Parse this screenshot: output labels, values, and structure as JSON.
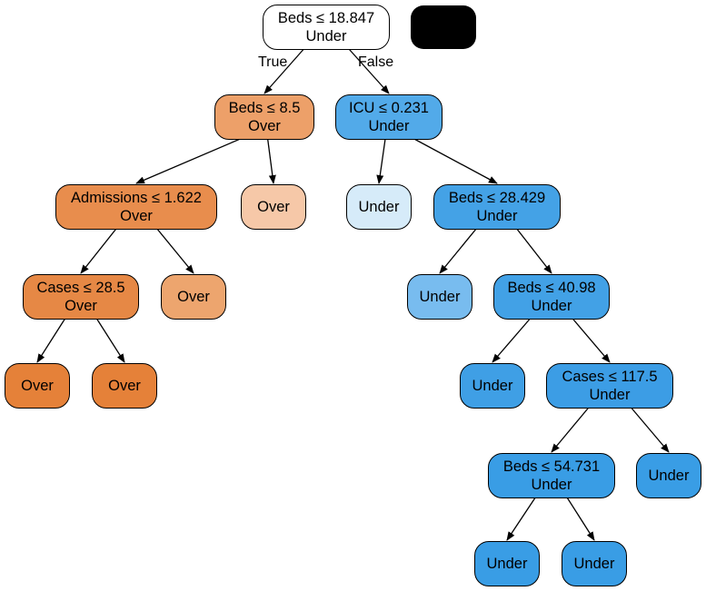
{
  "colors": {
    "white": "#ffffff",
    "orange_1": "#eda069",
    "orange_2": "#e88d4d",
    "orange_3": "#e68845",
    "orange_4": "#e58139",
    "orange_pale": "#f6c8a8",
    "orange_light": "#eda56e",
    "blue_1": "#52aae9",
    "blue_2": "#44a2e6",
    "blue_3": "#42a1e6",
    "blue_4": "#3f9fe5",
    "blue_5": "#3c9de5",
    "blue_6": "#399de5",
    "blue_pale": "#d6ebf9",
    "blue_light": "#78bcef",
    "black": "#000000"
  },
  "edge_labels": {
    "true_label": "True",
    "false_label": "False"
  },
  "tree": {
    "n0": {
      "line1": "Beds ≤ 18.847",
      "line2": "Under",
      "fill": "white"
    },
    "n1": {
      "line1": "Beds ≤ 8.5",
      "line2": "Over",
      "fill": "orange_1"
    },
    "n2": {
      "line1": "ICU ≤ 0.231",
      "line2": "Under",
      "fill": "blue_1"
    },
    "n3": {
      "line1": "Admissions ≤ 1.622",
      "line2": "Over",
      "fill": "orange_2"
    },
    "n4": {
      "line1": "Over",
      "line2": "",
      "fill": "orange_pale"
    },
    "n5": {
      "line1": "Under",
      "line2": "",
      "fill": "blue_pale"
    },
    "n6": {
      "line1": "Beds ≤ 28.429",
      "line2": "Under",
      "fill": "blue_2"
    },
    "n7": {
      "line1": "Cases ≤ 28.5",
      "line2": "Over",
      "fill": "orange_3"
    },
    "n8": {
      "line1": "Over",
      "line2": "",
      "fill": "orange_light"
    },
    "n9": {
      "line1": "Under",
      "line2": "",
      "fill": "blue_light"
    },
    "n10": {
      "line1": "Beds ≤ 40.98",
      "line2": "Under",
      "fill": "blue_3"
    },
    "n11": {
      "line1": "Over",
      "line2": "",
      "fill": "orange_4"
    },
    "n12": {
      "line1": "Over",
      "line2": "",
      "fill": "orange_4"
    },
    "n13": {
      "line1": "Under",
      "line2": "",
      "fill": "blue_4"
    },
    "n14": {
      "line1": "Cases ≤ 117.5",
      "line2": "Under",
      "fill": "blue_5"
    },
    "n15": {
      "line1": "Beds ≤ 54.731",
      "line2": "Under",
      "fill": "blue_6"
    },
    "n16": {
      "line1": "Under",
      "line2": "",
      "fill": "blue_6"
    },
    "n17": {
      "line1": "Under",
      "line2": "",
      "fill": "blue_6"
    },
    "n18": {
      "line1": "Under",
      "line2": "",
      "fill": "blue_6"
    }
  },
  "edges": [
    [
      "n0",
      "n1"
    ],
    [
      "n0",
      "n2"
    ],
    [
      "n1",
      "n3"
    ],
    [
      "n1",
      "n4"
    ],
    [
      "n2",
      "n5"
    ],
    [
      "n2",
      "n6"
    ],
    [
      "n3",
      "n7"
    ],
    [
      "n3",
      "n8"
    ],
    [
      "n6",
      "n9"
    ],
    [
      "n6",
      "n10"
    ],
    [
      "n7",
      "n11"
    ],
    [
      "n7",
      "n12"
    ],
    [
      "n10",
      "n13"
    ],
    [
      "n10",
      "n14"
    ],
    [
      "n14",
      "n15"
    ],
    [
      "n14",
      "n16"
    ],
    [
      "n15",
      "n17"
    ],
    [
      "n15",
      "n18"
    ]
  ]
}
